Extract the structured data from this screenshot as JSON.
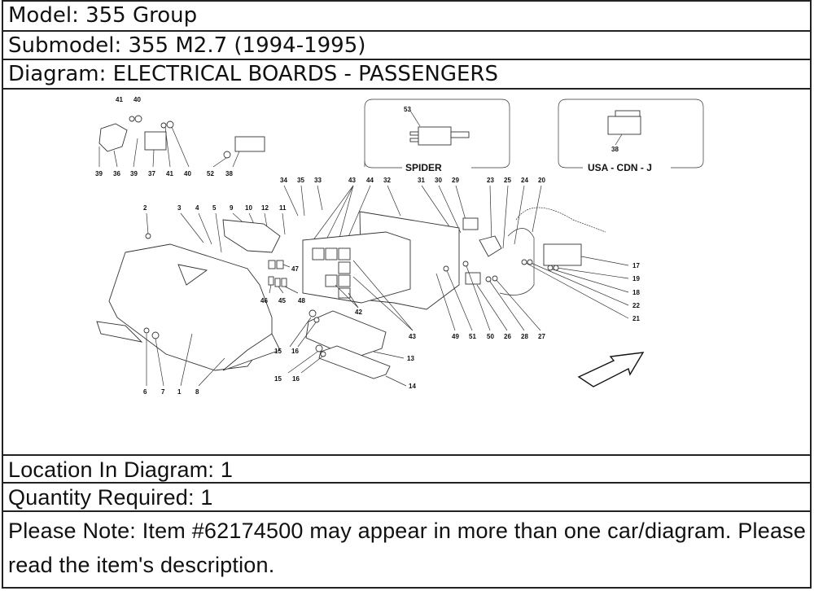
{
  "header": {
    "model": "Model: 355 Group",
    "submodel": "Submodel: 355 M2.7 (1994-1995)",
    "diagram": "Diagram: ELECTRICAL BOARDS - PASSENGERS"
  },
  "diagram": {
    "insets": [
      {
        "label": "SPIDER",
        "callouts": [
          "53"
        ]
      },
      {
        "label": "USA - CDN - J",
        "callouts": [
          "38"
        ]
      }
    ],
    "callouts": {
      "top_left_group": [
        "41",
        "40",
        "39",
        "36",
        "39",
        "37",
        "41",
        "40",
        "52",
        "38"
      ],
      "top_center_row": [
        "34",
        "35",
        "33",
        "43",
        "44",
        "32",
        "31",
        "30",
        "29",
        "23",
        "25",
        "24",
        "20"
      ],
      "left_row": [
        "2",
        "3",
        "4",
        "5",
        "9",
        "10",
        "12",
        "11"
      ],
      "fuses": [
        "47",
        "46",
        "45",
        "48"
      ],
      "right_column": [
        "17",
        "19",
        "18",
        "22",
        "21"
      ],
      "bottom_center_row": [
        "49",
        "51",
        "50",
        "26",
        "28",
        "27"
      ],
      "board_bottom": [
        "42",
        "43"
      ],
      "module": [
        "15",
        "16",
        "13",
        "15",
        "16",
        "14"
      ],
      "bottom_left": [
        "6",
        "7",
        "1",
        "8"
      ]
    },
    "direction_arrow": "arrow-up-right-icon"
  },
  "footer": {
    "location": "Location In Diagram: 1",
    "quantity": "Quantity Required: 1",
    "note": "Please Note: Item #62174500 may appear in more than one car/diagram. Please read the item's description."
  }
}
